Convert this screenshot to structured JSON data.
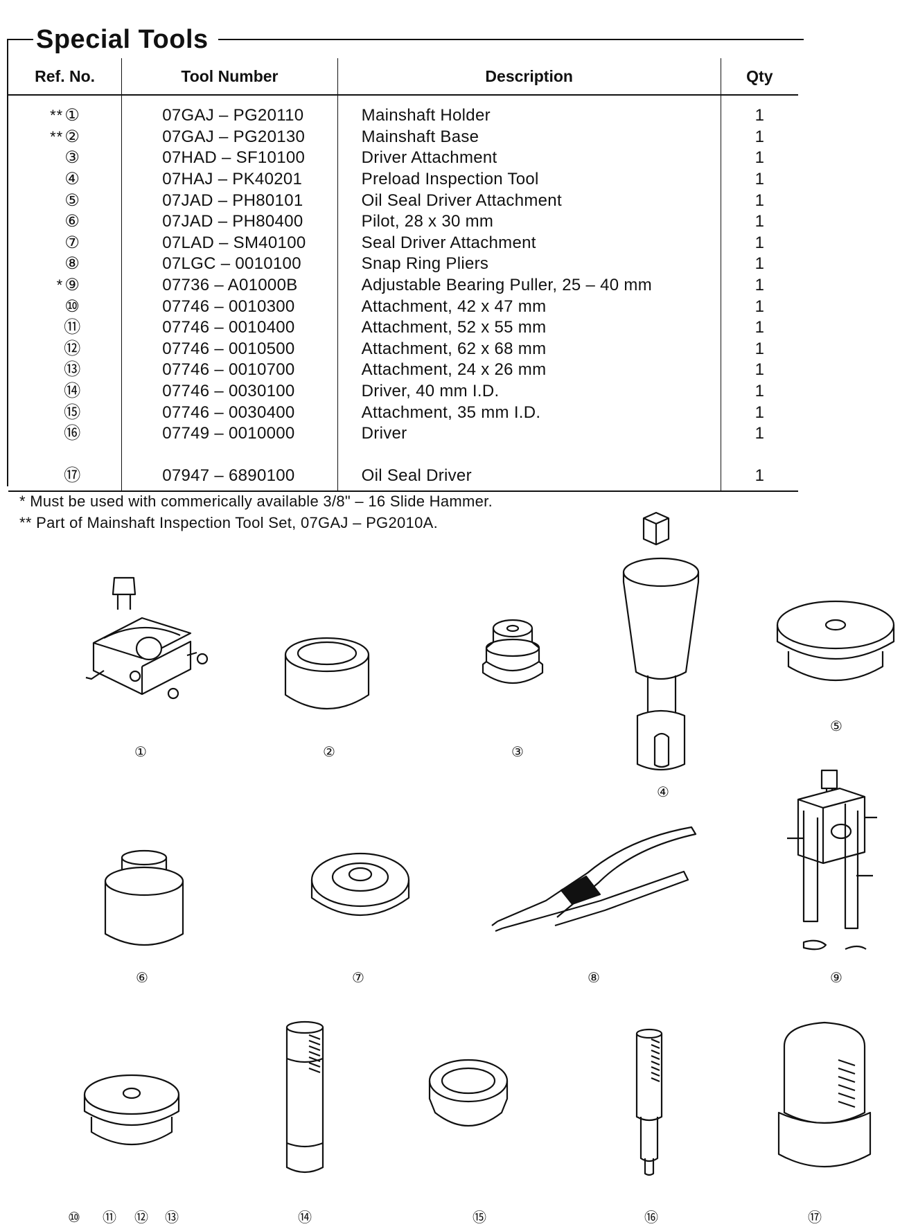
{
  "title": "Special Tools",
  "headers": {
    "ref": "Ref. No.",
    "tool": "Tool Number",
    "desc": "Description",
    "qty": "Qty"
  },
  "tools": [
    {
      "mark": "**",
      "ref": "①",
      "number": "07GAJ – PG20110",
      "description": "Mainshaft Holder",
      "qty": "1"
    },
    {
      "mark": "**",
      "ref": "②",
      "number": "07GAJ – PG20130",
      "description": "Mainshaft Base",
      "qty": "1"
    },
    {
      "mark": "",
      "ref": "③",
      "number": "07HAD – SF10100",
      "description": "Driver Attachment",
      "qty": "1"
    },
    {
      "mark": "",
      "ref": "④",
      "number": "07HAJ – PK40201",
      "description": "Preload Inspection Tool",
      "qty": "1"
    },
    {
      "mark": "",
      "ref": "⑤",
      "number": "07JAD – PH80101",
      "description": "Oil Seal Driver Attachment",
      "qty": "1"
    },
    {
      "mark": "",
      "ref": "⑥",
      "number": "07JAD – PH80400",
      "description": "Pilot, 28 x 30 mm",
      "qty": "1"
    },
    {
      "mark": "",
      "ref": "⑦",
      "number": "07LAD – SM40100",
      "description": "Seal Driver Attachment",
      "qty": "1"
    },
    {
      "mark": "",
      "ref": "⑧",
      "number": "07LGC – 0010100",
      "description": "Snap Ring Pliers",
      "qty": "1"
    },
    {
      "mark": "*",
      "ref": "⑨",
      "number": "07736 – A01000B",
      "description": "Adjustable Bearing Puller, 25 – 40 mm",
      "qty": "1"
    },
    {
      "mark": "",
      "ref": "⑩",
      "number": "07746 – 0010300",
      "description": "Attachment, 42 x 47 mm",
      "qty": "1"
    },
    {
      "mark": "",
      "ref": "⑪",
      "number": "07746 – 0010400",
      "description": "Attachment, 52 x 55 mm",
      "qty": "1"
    },
    {
      "mark": "",
      "ref": "⑫",
      "number": "07746 – 0010500",
      "description": "Attachment, 62 x 68 mm",
      "qty": "1"
    },
    {
      "mark": "",
      "ref": "⑬",
      "number": "07746 – 0010700",
      "description": "Attachment, 24 x 26 mm",
      "qty": "1"
    },
    {
      "mark": "",
      "ref": "⑭",
      "number": "07746 – 0030100",
      "description": "Driver, 40 mm I.D.",
      "qty": "1"
    },
    {
      "mark": "",
      "ref": "⑮",
      "number": "07746 – 0030400",
      "description": "Attachment, 35 mm I.D.",
      "qty": "1"
    },
    {
      "mark": "",
      "ref": "⑯",
      "number": "07749 – 0010000",
      "description": "Driver",
      "qty": "1"
    },
    {
      "mark": "",
      "ref": "⑰",
      "number": "07947 – 6890100",
      "description": "Oil Seal Driver",
      "qty": "1"
    }
  ],
  "notes": [
    "*   Must be used with commerically available 3/8\" – 16 Slide Hammer.",
    "** Part of Mainshaft Inspection Tool Set, 07GAJ – PG2010A."
  ],
  "figure_labels": {
    "l1": "①",
    "l2": "②",
    "l3": "③",
    "l4": "④",
    "l5": "⑤",
    "l6": "⑥",
    "l7": "⑦",
    "l8": "⑧",
    "l9": "⑨",
    "l10": "⑩",
    "l11": "⑪",
    "l12": "⑫",
    "l13": "⑬",
    "l14": "⑭",
    "l15": "⑮",
    "l16": "⑯",
    "l17": "⑰"
  }
}
